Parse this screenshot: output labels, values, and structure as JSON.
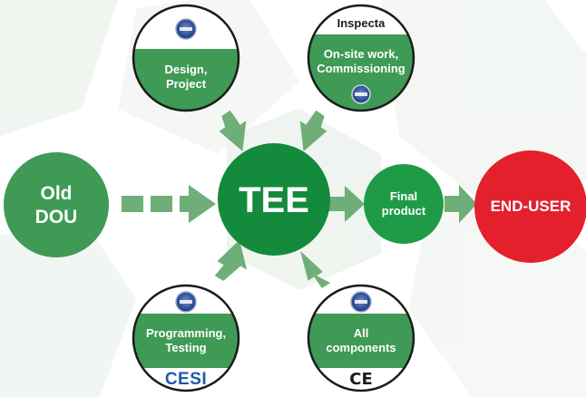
{
  "center": {
    "label": "TEE"
  },
  "source": {
    "label_line1": "Old",
    "label_line2": "DOU"
  },
  "final_product": {
    "label_line1": "Final",
    "label_line2": "product"
  },
  "end_user": {
    "label": "END-USER"
  },
  "satellites": {
    "design": {
      "line1": "Design,",
      "line2": "Project",
      "top_badge": "ISO certification seal"
    },
    "onsite": {
      "brand": "Inspecta",
      "line1": "On-site work,",
      "line2": "Commissioning",
      "bottom_badge": "ISO certification seal"
    },
    "programming": {
      "line1": "Programming,",
      "line2": "Testing",
      "top_badge": "ISO certification seal",
      "brand": "CESI"
    },
    "components": {
      "line1": "All",
      "line2": "components",
      "top_badge": "ISO certification seal",
      "mark": "CE"
    }
  },
  "colors": {
    "green_dark": "#138a3c",
    "green_panel": "#3f9a55",
    "arrow_green": "#6fae78",
    "end_user_red": "#e3202c",
    "background_hex": "#eef3ee",
    "cesi_blue": "#1e5aa8"
  }
}
